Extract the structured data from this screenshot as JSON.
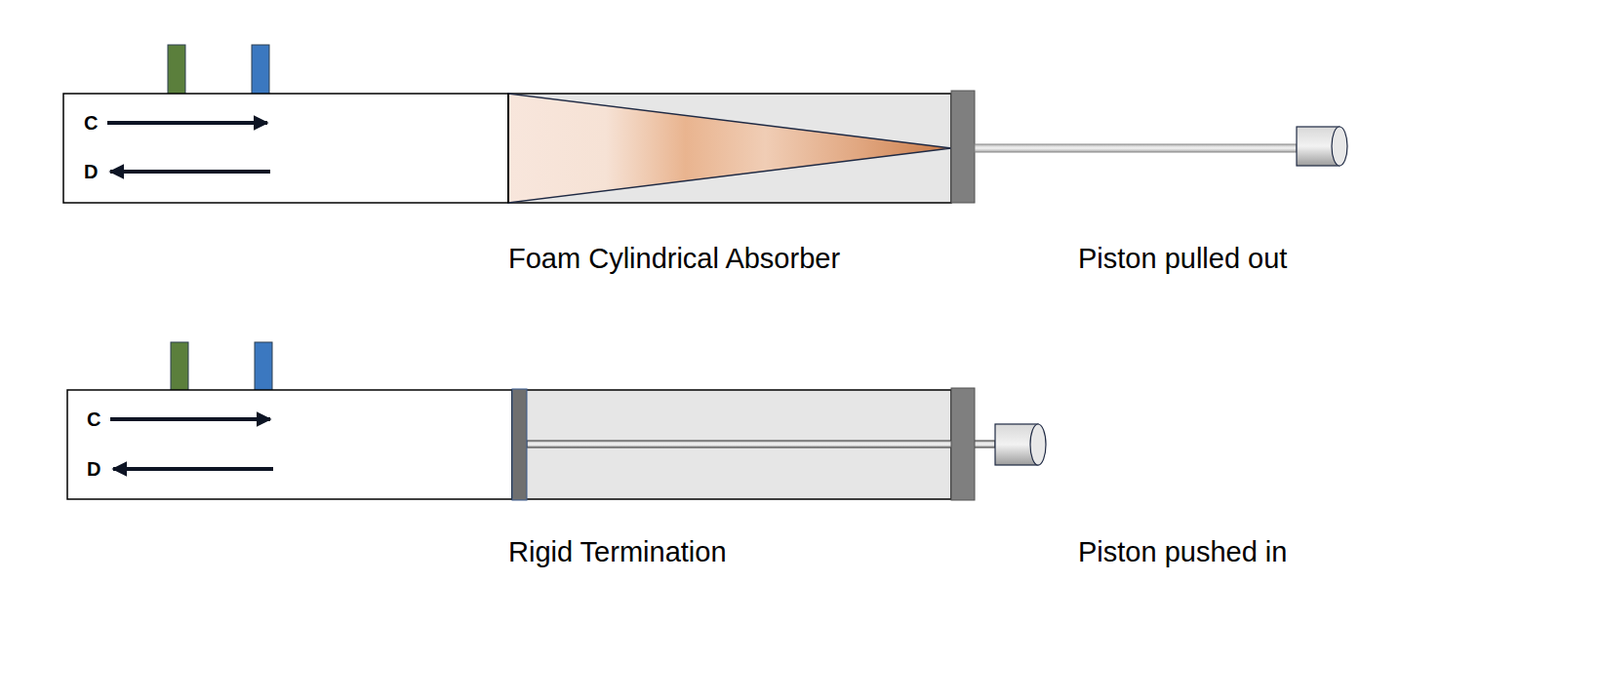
{
  "diagram": {
    "labels": [
      "C",
      "D",
      "Foam Cylindrical Absorber",
      "Piston pulled out",
      "C",
      "D",
      "Rigid Termination",
      "Piston pushed in"
    ]
  }
}
